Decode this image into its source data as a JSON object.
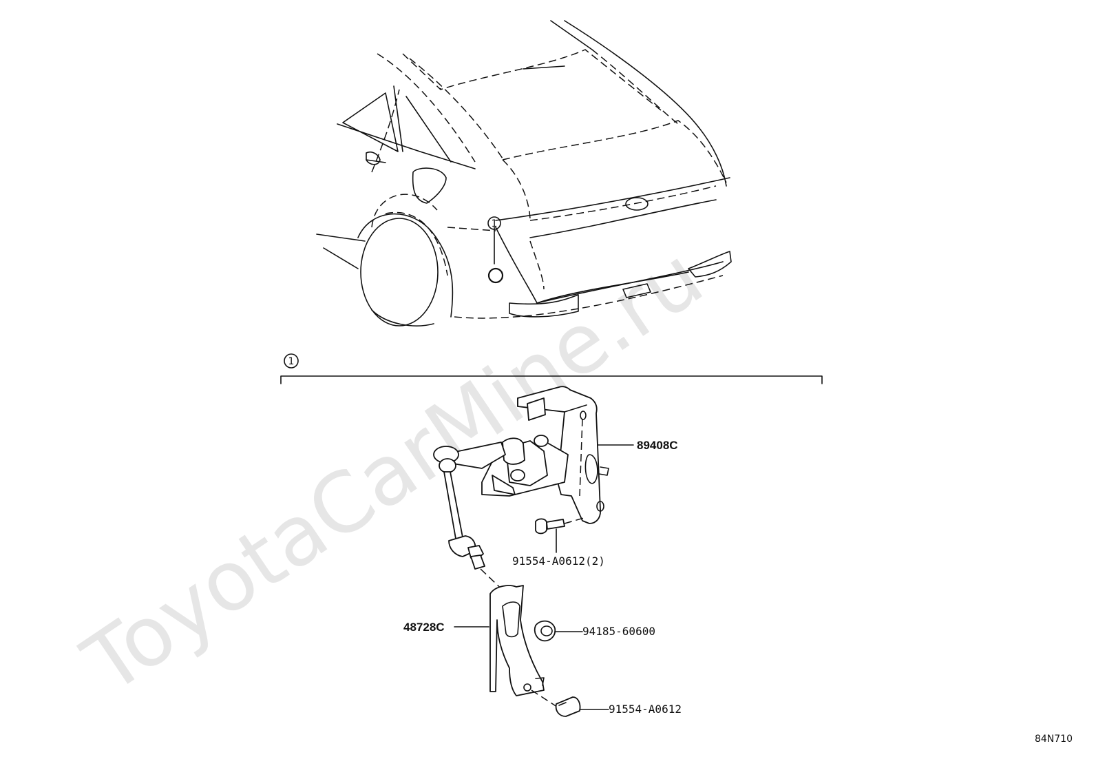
{
  "watermark": "ToyotaCarMine.ru",
  "diagram_code": "84N710",
  "callouts": [
    {
      "id": "callout-car",
      "number": "1"
    },
    {
      "id": "callout-assembly",
      "number": "1"
    }
  ],
  "parts": [
    {
      "id": "sensor",
      "number": "89408C"
    },
    {
      "id": "bolt-pair",
      "number": "91554-A0612(2)"
    },
    {
      "id": "bracket",
      "number": "48728C"
    },
    {
      "id": "nut",
      "number": "94185-60600"
    },
    {
      "id": "bolt",
      "number": "91554-A0612"
    }
  ]
}
